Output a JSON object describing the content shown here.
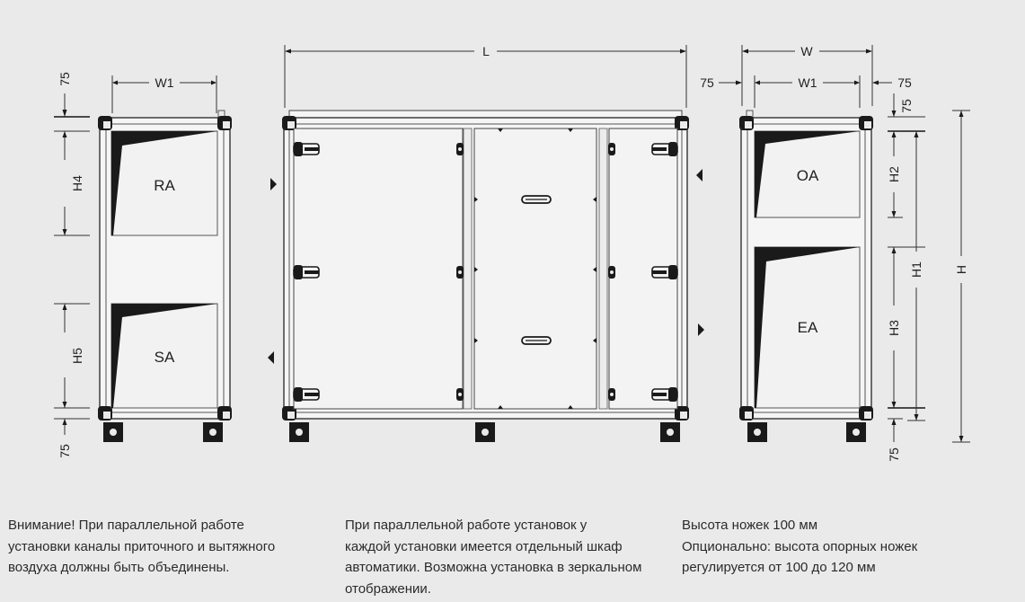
{
  "dimensions": {
    "L": "L",
    "W": "W",
    "W1": "W1",
    "H": "H",
    "H1": "H1",
    "H2": "H2",
    "H3": "H3",
    "H4": "H4",
    "H5": "H5",
    "clearance": "75"
  },
  "openings": {
    "ra": "RA",
    "sa": "SA",
    "oa": "OA",
    "ea": "EA"
  },
  "notes": {
    "warning": "Внимание! При параллельной работе\nустановки каналы приточного и вытяжного\nвоздуха должны быть объединены.",
    "parallel": "При параллельной работе установок у\nкаждой установки имеется отдельный шкаф\nавтоматики. Возможна установка в зеркальном\nотображении.",
    "legs": "Высота ножек 100 мм\nОпционально: высота опорных ножек\nрегулируется от 100 до 120 мм"
  }
}
